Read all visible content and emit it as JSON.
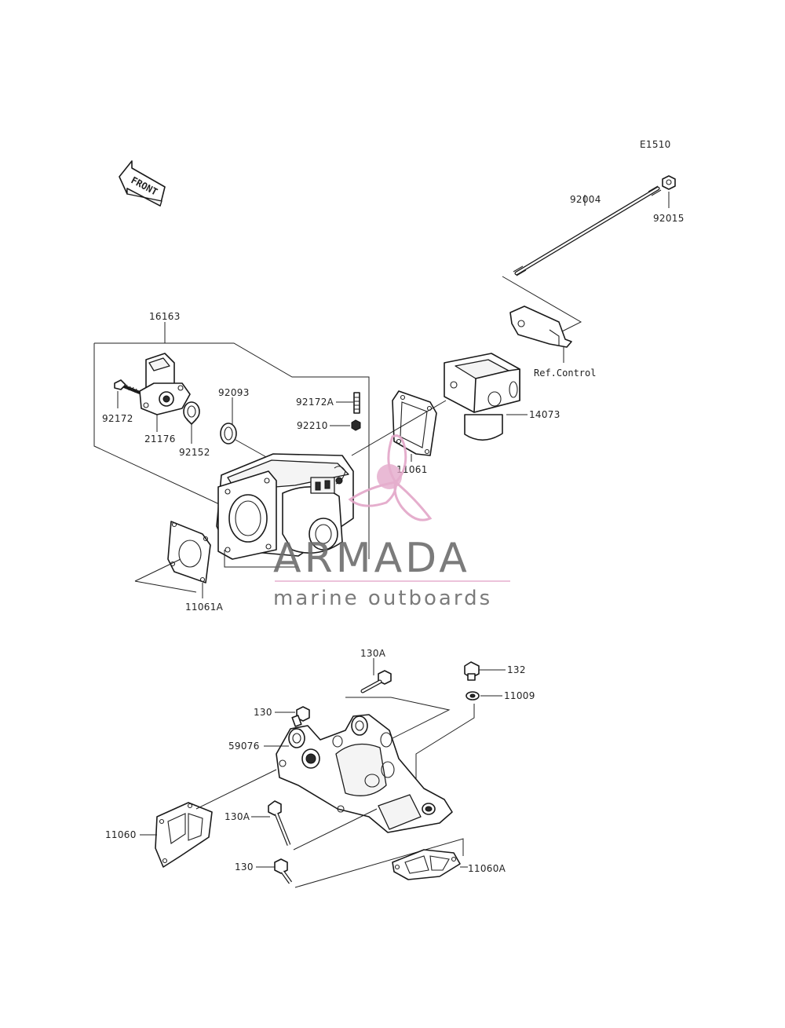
{
  "diagram_code": "E1510",
  "front_label": "FRONT",
  "ref_label": "Ref.Control",
  "watermark": {
    "title": "ARMADA",
    "subtitle": "marine outboards",
    "accent_color": "#e3a6c8",
    "text_color": "#6d6d6d"
  },
  "parts": {
    "p16163": "16163",
    "p92172": "92172",
    "p21176": "21176",
    "p92152": "92152",
    "p92093": "92093",
    "p92172A": "92172A",
    "p92210": "92210",
    "p11061": "11061",
    "p11061A": "11061A",
    "p14073": "14073",
    "p92004": "92004",
    "p92015": "92015",
    "p130A_top": "130A",
    "p132": "132",
    "p11009": "11009",
    "p130_top": "130",
    "p59076": "59076",
    "p11060": "11060",
    "p130A_bottom": "130A",
    "p130_bottom": "130",
    "p11060A": "11060A"
  }
}
